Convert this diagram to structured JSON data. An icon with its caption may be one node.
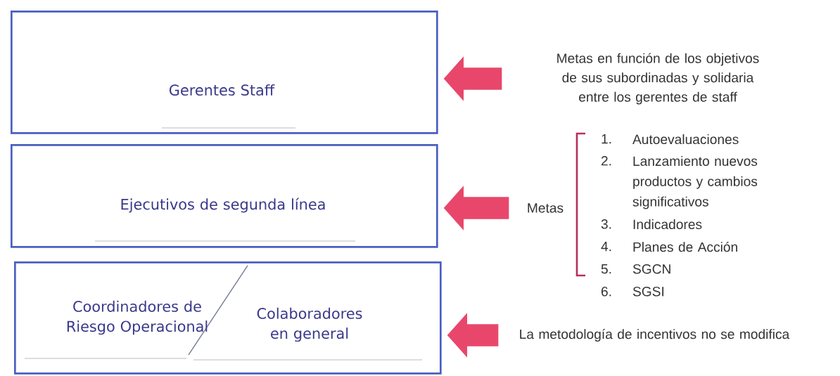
{
  "diagram": {
    "nodes": [
      {
        "text": [
          "Gerentes Staff"
        ]
      },
      {
        "text": [
          "Ejecutivos de segunda línea"
        ]
      },
      {
        "text": [
          "Coordinadores de Riesgo Operacional",
          "Colaboradores en general"
        ]
      },
      {
        "text": [
          "Metas en función de los objetivos de sus subordinadas y solidaria entre los gerentes de staff"
        ]
      },
      {
        "text": [
          "Metas"
        ]
      },
      {
        "text": [
          "La metodología de incentivos no se modifica"
        ]
      }
    ],
    "edges": [
      {
        "from": 3,
        "to": 0,
        "arrow": "to",
        "color": "#e8476b"
      },
      {
        "from": 4,
        "to": 1,
        "arrow": "to",
        "color": "#e8476b"
      },
      {
        "from": 5,
        "to": 2,
        "arrow": "to",
        "color": "#e8476b"
      }
    ],
    "labels": [
      "1.",
      "Autoevaluaciones",
      "2.",
      "Lanzamiento nuevos productos y cambios significativos",
      "3.",
      "Indicadores",
      "4.",
      "Planes de Acción",
      "5.",
      "SGCN",
      "6.",
      "SGSI"
    ]
  }
}
